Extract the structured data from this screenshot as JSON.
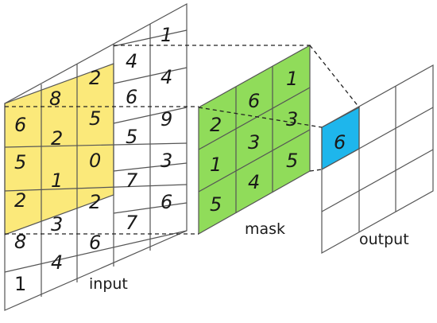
{
  "input": {
    "label": "input",
    "rows": [
      [
        "",
        "",
        "",
        "",
        "1"
      ],
      [
        "",
        "",
        "",
        "4",
        ""
      ],
      [
        "",
        "8",
        "2",
        "",
        "4"
      ],
      [
        "",
        "",
        "",
        "6",
        ""
      ],
      [
        "6",
        "",
        "5",
        "",
        "9"
      ],
      [
        "",
        "",
        "",
        "5",
        ""
      ],
      [
        "5",
        "2",
        "0",
        "",
        "3"
      ],
      [
        "",
        "",
        "",
        "7",
        ""
      ],
      [
        "2",
        "1",
        "2",
        "",
        "6"
      ],
      [
        "",
        "3",
        "",
        "7",
        ""
      ],
      [
        "8",
        "",
        "6",
        "",
        ""
      ],
      [
        "1",
        "4",
        "",
        "",
        ""
      ]
    ]
  },
  "mask": {
    "label": "mask",
    "values": [
      [
        "2",
        "6",
        "1"
      ],
      [
        "1",
        "3",
        "3"
      ],
      [
        "5",
        "4",
        "5"
      ]
    ]
  },
  "output": {
    "label": "output",
    "values": [
      [
        "6",
        "",
        ""
      ],
      [
        "",
        "",
        ""
      ],
      [
        "",
        "",
        ""
      ]
    ]
  },
  "colors": {
    "input_highlight": "#fbe97a",
    "mask_fill": "#90dc5a",
    "output_highlight": "#1eb6ec"
  }
}
